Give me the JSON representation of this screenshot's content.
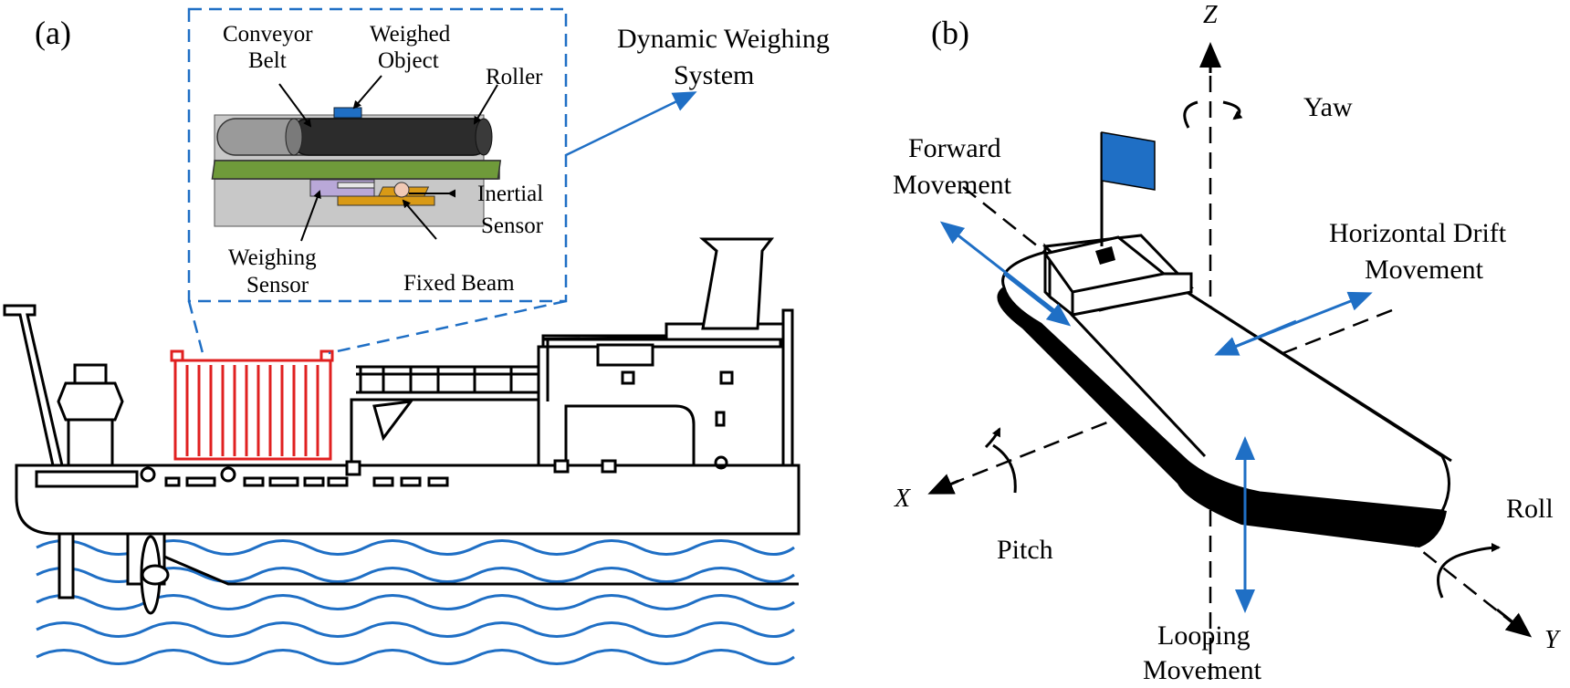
{
  "panel_a": {
    "panel_label": "(a)",
    "callout": [
      "Dynamic Weighing",
      "System"
    ],
    "inset_labels": {
      "conveyor_belt": [
        "Conveyor",
        "Belt"
      ],
      "weighed_object": [
        "Weighed",
        "Object"
      ],
      "roller": [
        "Roller"
      ],
      "inertial_sensor": [
        "Inertial",
        "Sensor"
      ],
      "weighing_sensor": [
        "Weighing",
        "Sensor"
      ],
      "fixed_beam": [
        "Fixed Beam"
      ]
    }
  },
  "panel_b": {
    "panel_label": "(b)",
    "axes": {
      "x": "X",
      "y": "Y",
      "z": "Z"
    },
    "rotations": {
      "yaw": "Yaw",
      "pitch": "Pitch",
      "roll": "Roll"
    },
    "movements": {
      "forward": [
        "Forward",
        "Movement"
      ],
      "horizontal_drift": [
        "Horizontal Drift",
        "Movement"
      ],
      "looping": [
        "Looping",
        "Movement"
      ]
    }
  },
  "colors": {
    "accent_blue": "#1f6fc5",
    "container_red": "#e02020",
    "waves_blue": "#1f6fc5",
    "plate_green": "#6f9a3a",
    "beam_orange": "#d99a16",
    "sensor_purple": "#b9a8d8",
    "panel_gray": "#c8c8c8"
  }
}
